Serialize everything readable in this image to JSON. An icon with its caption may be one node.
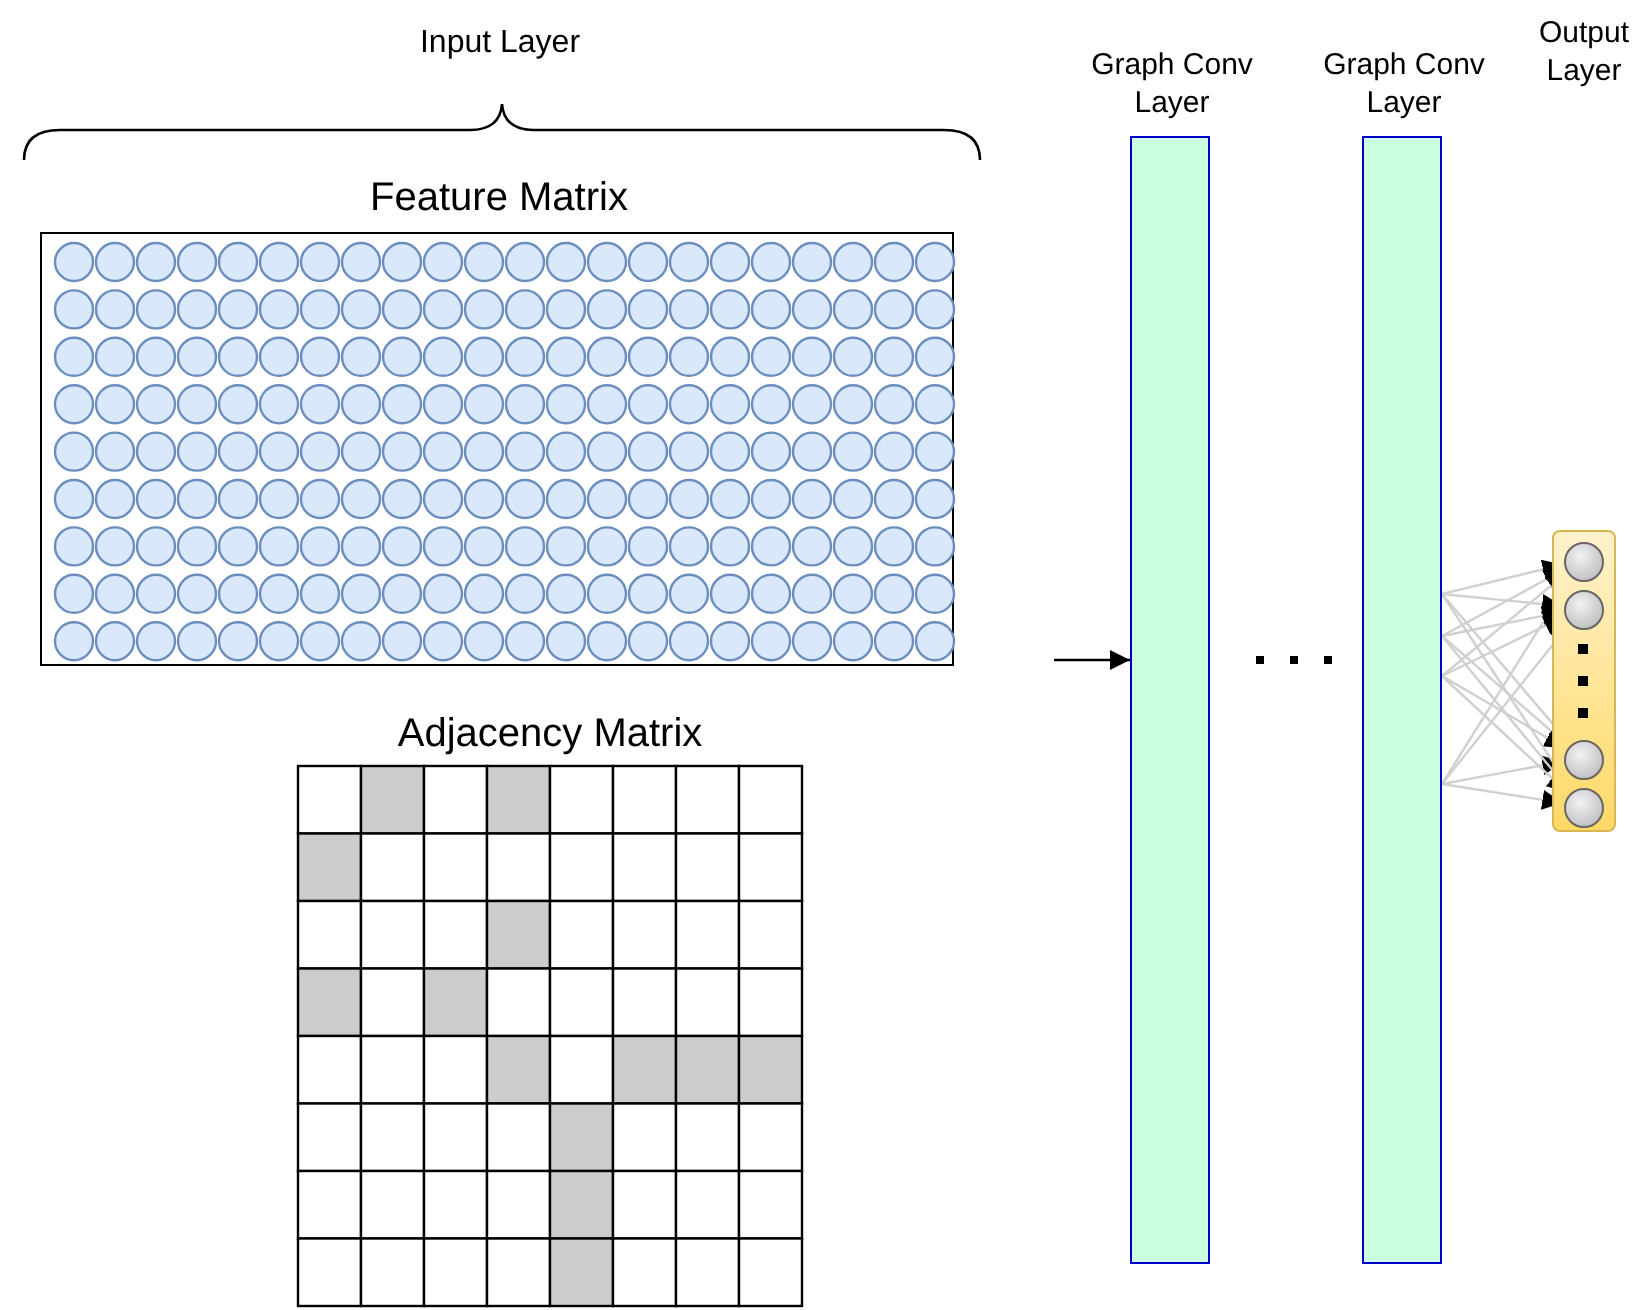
{
  "diagram": {
    "nodes": [
      {
        "text": [
          "Feature Matrix"
        ]
      },
      {
        "text": [
          "Adjacency Matrix"
        ]
      },
      {
        "text": [
          "Graph Conv Layer"
        ]
      },
      {
        "text": [
          "Graph Conv Layer"
        ]
      },
      {
        "text": [],
        "shape": "box"
      },
      {
        "text": [],
        "shape": "circle",
        "in": 4
      },
      {
        "text": [],
        "shape": "circle",
        "in": 4
      },
      {
        "text": [],
        "shape": "circle",
        "in": 4
      },
      {
        "text": [],
        "shape": "circle",
        "in": 4
      }
    ],
    "edges": [
      {
        "from": null,
        "to": 2,
        "arrow": "to",
        "color": "#000000"
      },
      {
        "from": 3,
        "to": 5,
        "arrow": "to"
      },
      {
        "from": 3,
        "to": 5,
        "arrow": "to"
      },
      {
        "from": 3,
        "to": 5,
        "arrow": "to"
      },
      {
        "from": 3,
        "to": 5,
        "arrow": "to"
      },
      {
        "from": 3,
        "to": 6,
        "arrow": "to"
      },
      {
        "from": 3,
        "to": 6,
        "arrow": "to"
      },
      {
        "from": 3,
        "to": 6,
        "arrow": "to"
      },
      {
        "from": 3,
        "to": 6,
        "arrow": "to"
      },
      {
        "from": 3,
        "to": 7,
        "arrow": "to"
      },
      {
        "from": 3,
        "to": 7,
        "arrow": "to"
      },
      {
        "from": 3,
        "to": 7,
        "arrow": "to"
      },
      {
        "from": 3,
        "to": 7,
        "arrow": "to"
      },
      {
        "from": 3,
        "to": 8,
        "arrow": "to"
      },
      {
        "from": 3,
        "to": 8,
        "arrow": "to"
      },
      {
        "from": 3,
        "to": 8,
        "arrow": "to"
      },
      {
        "from": 3,
        "to": 8,
        "arrow": "to"
      }
    ],
    "labels": [
      "Input Layer",
      "Output Layer"
    ]
  }
}
